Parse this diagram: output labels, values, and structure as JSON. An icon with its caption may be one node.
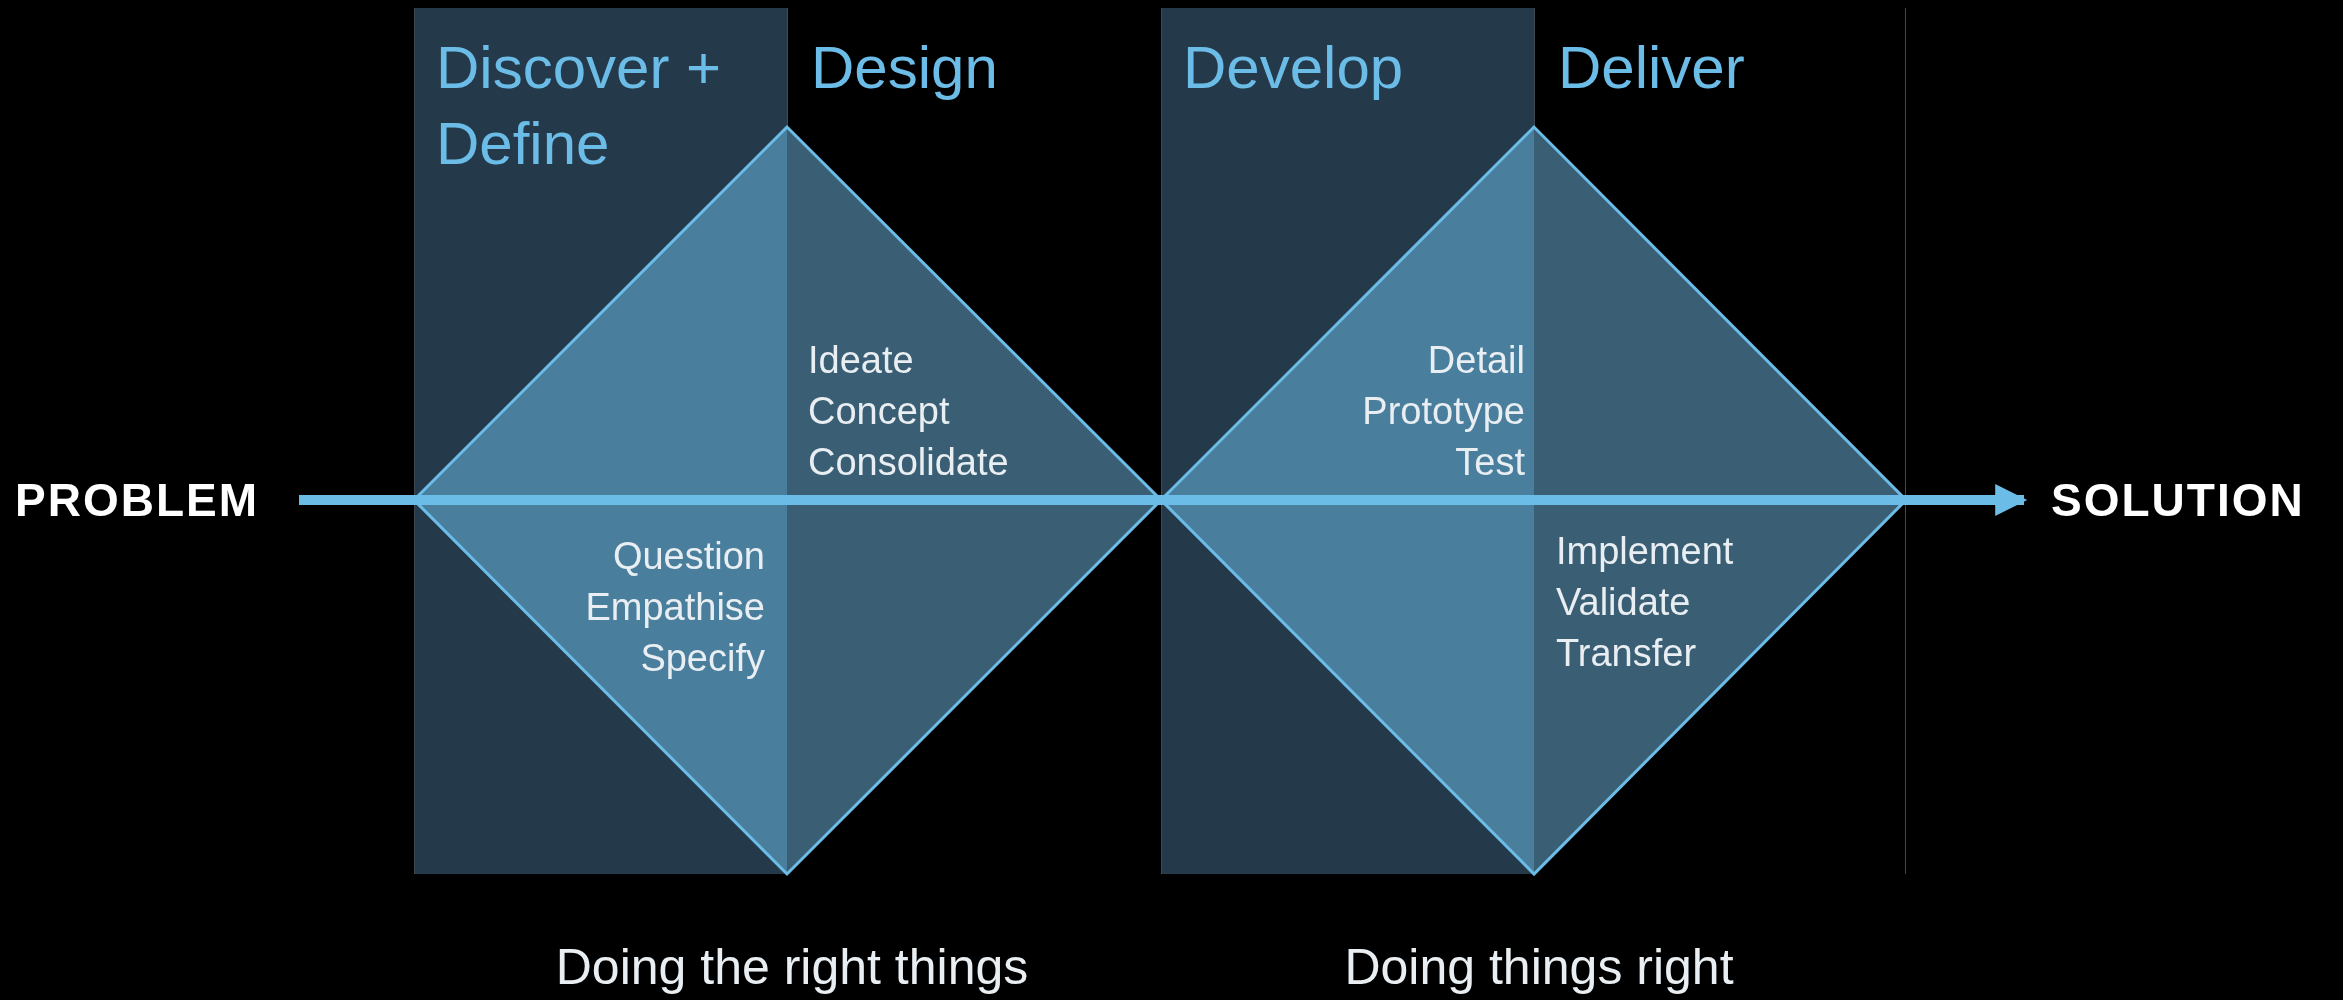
{
  "diagram": {
    "nodes": [
      {
        "text": [
          "PROBLEM"
        ]
      },
      {
        "text": [
          "SOLUTION"
        ]
      }
    ],
    "edges": [
      {
        "from": 0,
        "to": 1,
        "arrow": "to"
      }
    ],
    "labels": [
      "Discover + Define",
      "Design",
      "Develop",
      "Deliver",
      "Ideate Concept Consolidate",
      "Detail Prototype Test",
      "Question Empathise Specify",
      "Implement Validate Transfer",
      "Doing the right things",
      "Doing things right"
    ]
  }
}
